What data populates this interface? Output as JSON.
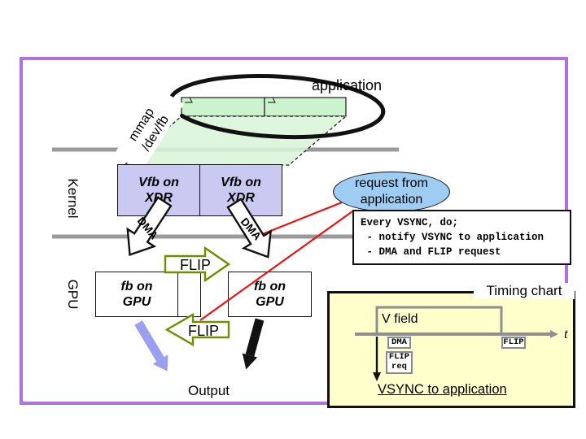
{
  "slide": {
    "application_label": "application",
    "mmap_label": {
      "line1": "mmap",
      "line2": "/dev/fb"
    },
    "kernel_label": "Kernel",
    "gpu_label": "GPU",
    "output_label": "Output",
    "vfb_boxes": [
      {
        "line1": "Vfb on",
        "line2": "XDR"
      },
      {
        "line1": "Vfb on",
        "line2": "XDR"
      }
    ],
    "fb_boxes": [
      {
        "line1": "fb on",
        "line2": "GPU"
      },
      {
        "line1": "fb on",
        "line2": "GPU"
      }
    ],
    "dma_arrows": [
      {
        "label": "DMA"
      },
      {
        "label": "DMA"
      }
    ],
    "flip_arrows": [
      {
        "label": "FLIP"
      },
      {
        "label": "FLIP"
      }
    ],
    "request_ellipse": {
      "line1": "request from",
      "line2": "application"
    },
    "vsync_box": {
      "line1": "Every VSYNC, do;",
      "line2": " - notify VSYNC to application",
      "line3": " - DMA and FLIP request"
    },
    "timing_chart": {
      "title": "Timing chart",
      "v_field": "V field",
      "t_label": "t",
      "dma_label": "DMA",
      "flip_label": "FLIP",
      "flip_req": {
        "line1": "FLIP",
        "line2": "req"
      },
      "vsync_label": "VSYNC to application"
    },
    "colors": {
      "border_purple": "#b170e0",
      "box_purple": "#c9c9f2",
      "box_green": "#ccf4cc",
      "ellipse_blue": "#9fccf2",
      "chart_yellow": "#ffffcc",
      "flip_olive": "#6d8f00",
      "red_line": "#ee1111",
      "gray_line": "#9a9a9a",
      "arrow_periwinkle": "#9aa0ee"
    }
  }
}
